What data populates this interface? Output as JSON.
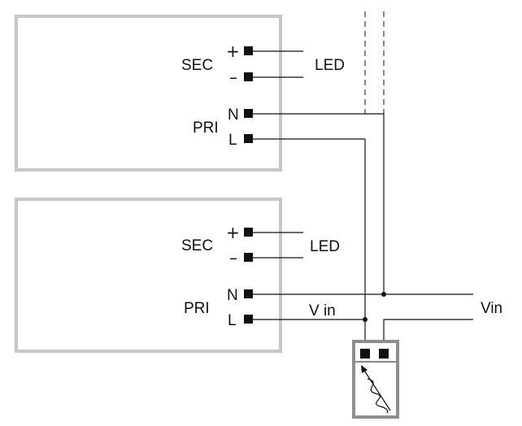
{
  "colors": {
    "box_border": "#c6c6c6",
    "wire": "#111111",
    "dimmer_border": "#8e8e8e"
  },
  "driver_top": {
    "sec_label": "SEC",
    "pri_label": "PRI",
    "plus_sign": "+",
    "minus_sign": "–",
    "n_label": "N",
    "l_label": "L",
    "led_label": "LED"
  },
  "driver_bottom": {
    "sec_label": "SEC",
    "pri_label": "PRI",
    "plus_sign": "+",
    "minus_sign": "–",
    "n_label": "N",
    "l_label": "L",
    "led_label": "LED"
  },
  "wiring": {
    "vin_line_label": "V in",
    "vin_supply_label": "Vin"
  },
  "icons": {
    "dimmer": "variable-resistor-icon"
  }
}
